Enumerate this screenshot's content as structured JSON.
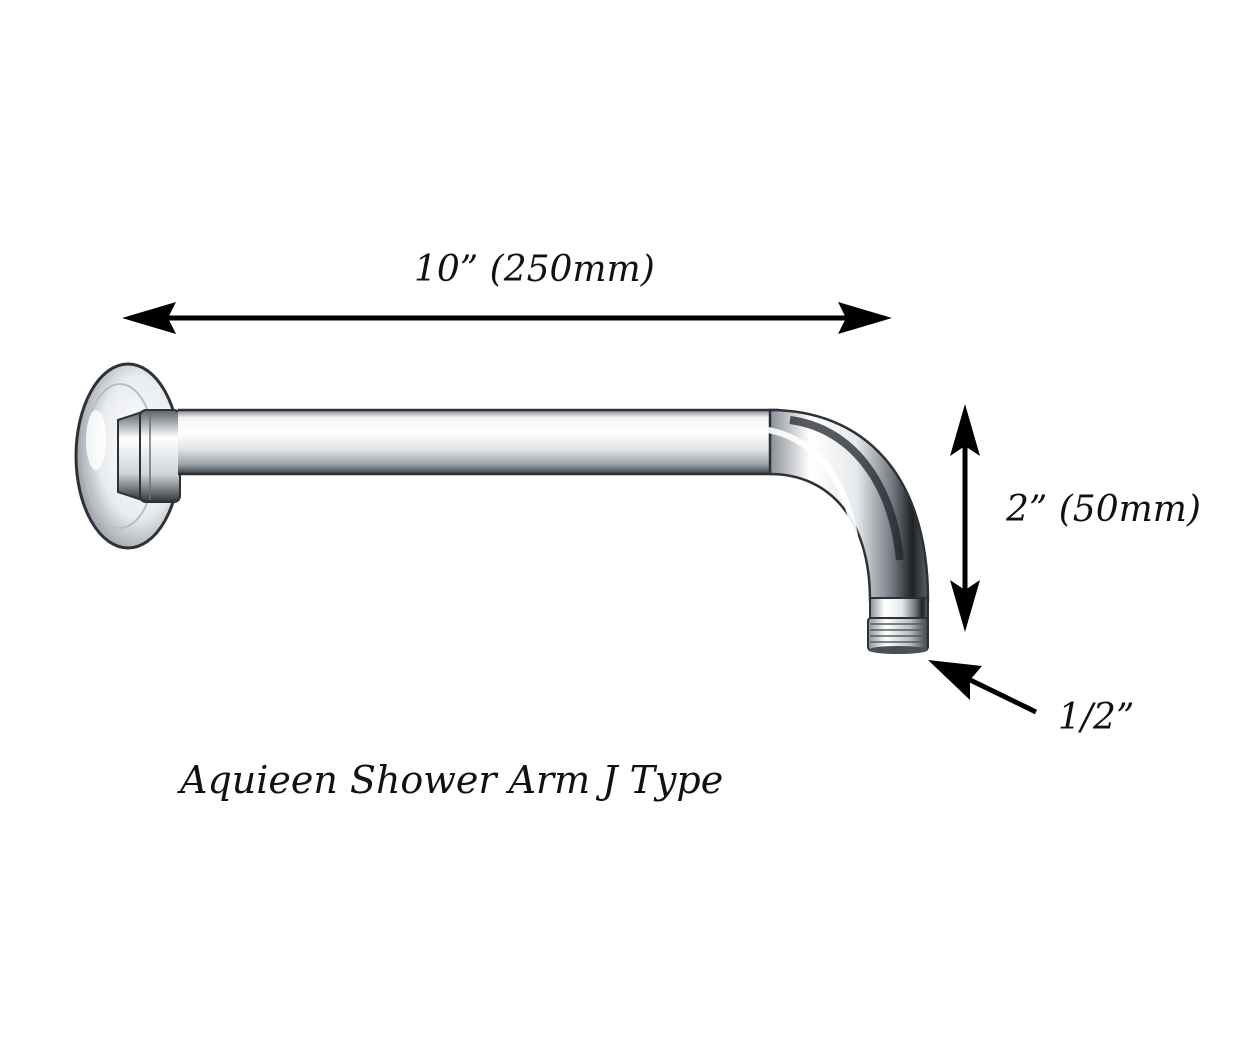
{
  "labels": {
    "length": "10” (250mm)",
    "drop": "2” (50mm)",
    "thread": "1/2”"
  },
  "caption": "Aquieen Shower Arm J Type",
  "colors": {
    "background": "#ffffff",
    "ink": "#111111",
    "chrome_light": "#ffffff",
    "chrome_mid": "#c9cdd2",
    "chrome_dark": "#2b2f33"
  }
}
